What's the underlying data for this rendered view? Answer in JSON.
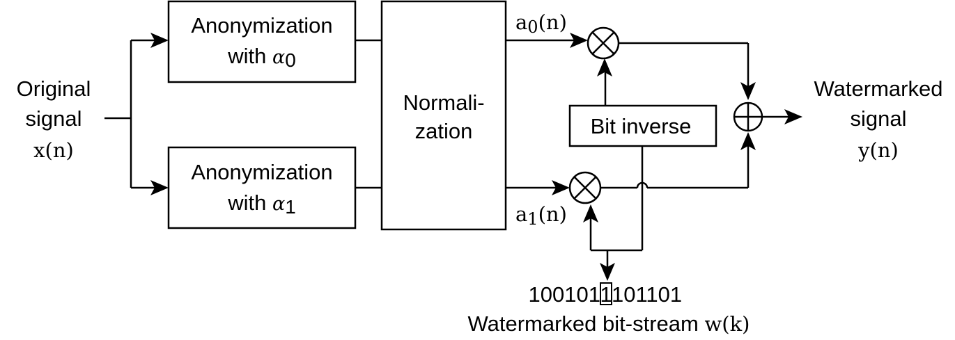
{
  "input": {
    "line1": "Original",
    "line2": "signal",
    "symbol": "x(n)"
  },
  "anonymization": [
    {
      "line1": "Anonymization",
      "with_text": "with ",
      "alpha": "α",
      "subscript": "0"
    },
    {
      "line1": "Anonymization",
      "with_text": "with ",
      "alpha": "α",
      "subscript": "1"
    }
  ],
  "normalization": {
    "line1": "Normali-",
    "line2": "zation"
  },
  "branch_signals": [
    {
      "base": "a",
      "subscript": "0",
      "arg": "(n)"
    },
    {
      "base": "a",
      "subscript": "1",
      "arg": "(n)"
    }
  ],
  "bit_inverse": {
    "label": "Bit inverse"
  },
  "operators": {
    "multiply_symbol": "⊗",
    "add_symbol": "⊕"
  },
  "output": {
    "line1": "Watermarked",
    "line2": "signal",
    "symbol": "y(n)"
  },
  "bitstream": {
    "bits_before": "100101",
    "highlighted_bit": "1",
    "bits_after": "101101",
    "caption_text": "Watermarked bit-stream ",
    "caption_symbol": "w(k)"
  }
}
